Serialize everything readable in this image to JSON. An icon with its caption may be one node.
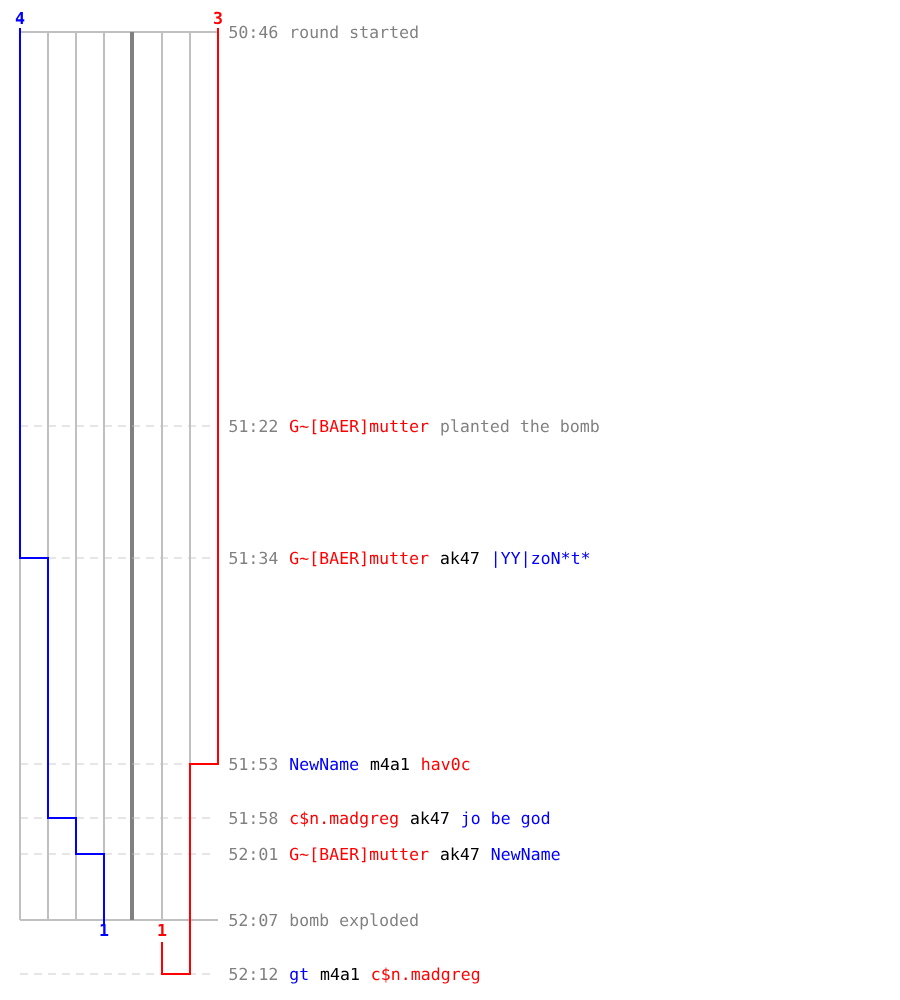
{
  "diagram": {
    "labels": [
      "4",
      "3",
      "50:46",
      "round started",
      "51:22",
      "G~[BAER]mutter",
      "planted the bomb",
      "51:34",
      "G~[BAER]mutter",
      "ak47",
      "|YY|zoN*t*",
      "51:53",
      "NewName",
      "m4a1",
      "hav0c",
      "51:58",
      "c$n.madgreg",
      "ak47",
      "jo be god",
      "52:01",
      "G~[BAER]mutter",
      "ak47",
      "NewName",
      "52:07",
      "bomb exploded",
      "1",
      "1",
      "52:12",
      "gt",
      "m4a1",
      "c$n.madgreg"
    ]
  }
}
